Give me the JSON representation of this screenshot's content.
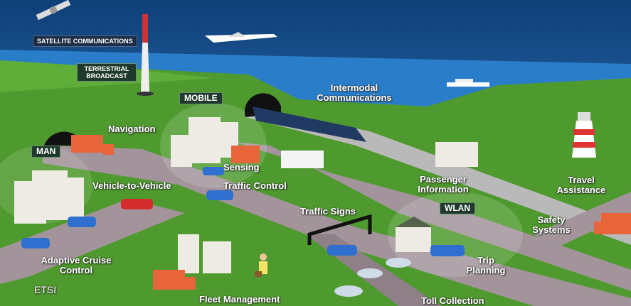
{
  "labels": {
    "satellite": "SATELLITE COMMUNICATIONS",
    "terrestrial": "TERRESTRIAL BROADCAST",
    "mobile": "MOBILE",
    "man": "MAN",
    "wlan": "WLAN",
    "navigation": "Navigation",
    "intermodal": "Intermodal Communications",
    "sensing": "Sensing",
    "v2v": "Vehicle-to-Vehicle",
    "traffic_control": "Traffic Control",
    "traffic_signs": "Traffic Signs",
    "passenger_info": "Passenger Information",
    "travel_assistance": "Travel Assistance",
    "safety_systems": "Safety Systems",
    "trip_planning": "Trip Planning",
    "adaptive_cruise": "Adaptive Cruise Control",
    "fleet": "Fleet Management",
    "toll": "Toll Collection",
    "etsi": "ETSI"
  },
  "colors": {
    "sky": "#1d5f9e",
    "sea": "#2f86d0",
    "grass": "#4f9a2e",
    "road": "#9e8e90",
    "truck": "#e8643a",
    "car": "#2f6fd0"
  }
}
